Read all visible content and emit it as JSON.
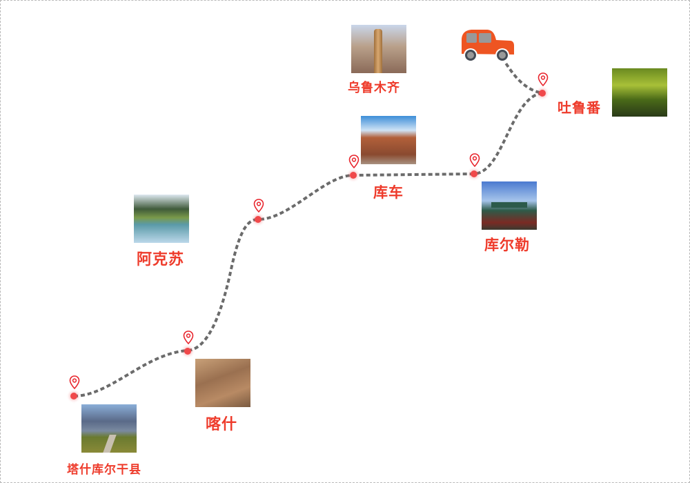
{
  "diagram": {
    "type": "travel-route-map",
    "route_color": "#6b6b6b",
    "accent_color": "#ee3b2b",
    "vehicle": {
      "icon": "car-icon",
      "color": "#ee5522"
    },
    "stops": [
      {
        "id": "tashkurgan",
        "name": "塔什库尔干县",
        "photo": "mountain-road-photo"
      },
      {
        "id": "kashgar",
        "name": "喀什",
        "photo": "old-town-photo"
      },
      {
        "id": "aksu",
        "name": "阿克苏",
        "photo": "lake-photo"
      },
      {
        "id": "kuqa",
        "name": "库车",
        "photo": "red-canyon-photo"
      },
      {
        "id": "korla",
        "name": "库尔勒",
        "photo": "pavilion-gate-photo"
      },
      {
        "id": "turpan",
        "name": "吐鲁番",
        "photo": "grape-trellis-photo"
      },
      {
        "id": "urumqi",
        "name": "乌鲁木齐",
        "photo": "tower-street-photo"
      }
    ]
  }
}
